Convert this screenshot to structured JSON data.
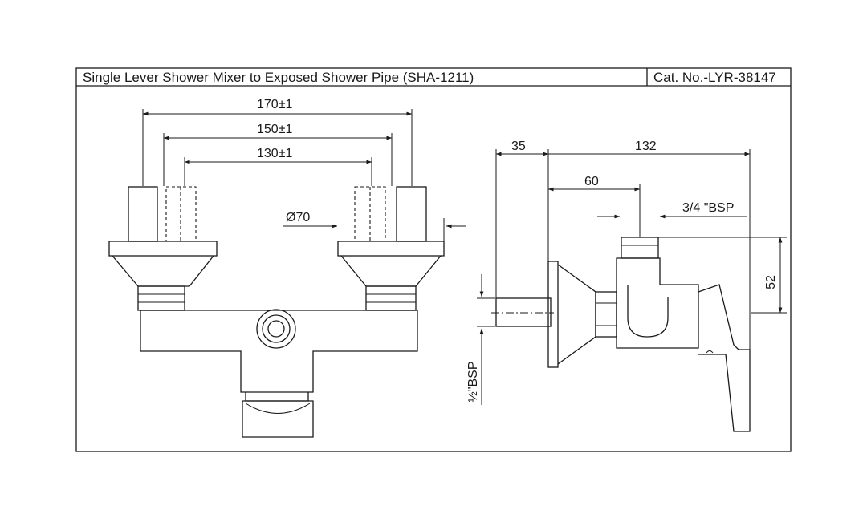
{
  "title_block": {
    "product_title": "Single Lever Shower Mixer to Exposed Shower Pipe (SHA-1211)",
    "catalog_number": "Cat. No.-LYR-38147"
  },
  "front_view": {
    "dimensions": {
      "outer_spacing": "170±1",
      "middle_spacing": "150±1",
      "inner_spacing": "130±1",
      "flange_diameter": "Ø70"
    }
  },
  "side_view": {
    "dimensions": {
      "rear_depth": "35",
      "overall_depth": "132",
      "outlet_offset": "60",
      "outlet_thread": "3/4 \"BSP",
      "outlet_height": "52",
      "inlet_thread": "½\"BSP"
    }
  },
  "colors": {
    "line": "#1a1a1a",
    "background": "#ffffff"
  }
}
